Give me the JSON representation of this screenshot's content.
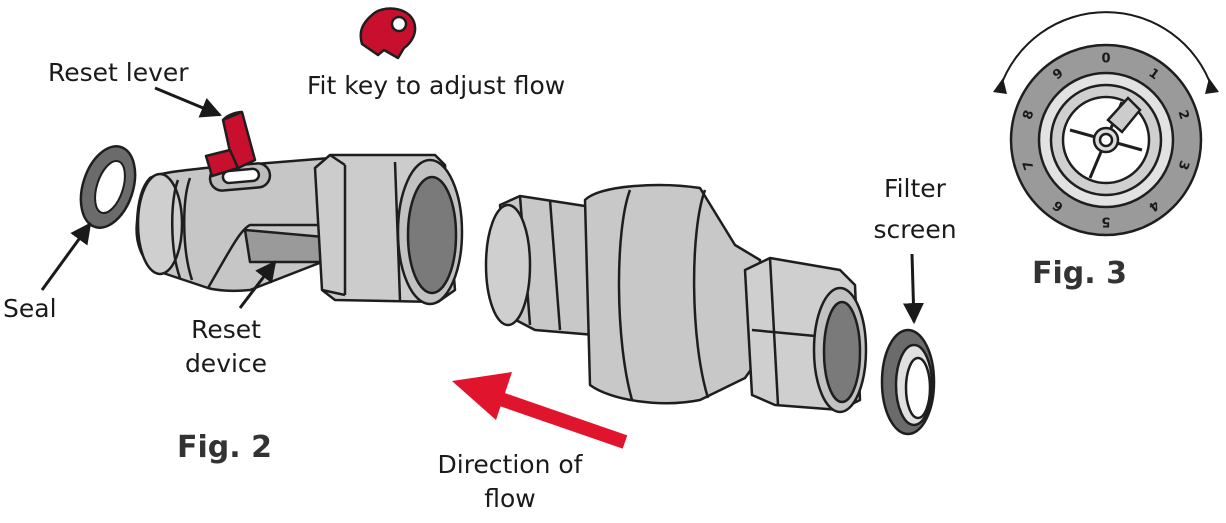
{
  "labels": {
    "reset_lever": "Reset lever",
    "fit_key": "Fit  key to adjust flow",
    "seal": "Seal",
    "reset_device_line1": "Reset",
    "reset_device_line2": "device",
    "filter_screen_line1": "Filter",
    "filter_screen_line2": "screen",
    "direction_line1": "Direction of",
    "direction_line2": "flow"
  },
  "figures": {
    "fig2": "Fig. 2",
    "fig3": "Fig. 3"
  },
  "dial": {
    "numbers": [
      "0",
      "1",
      "2",
      "3",
      "4",
      "5",
      "6",
      "7",
      "8",
      "9"
    ]
  },
  "colors": {
    "red": "#c8102e",
    "arrow_red": "#e0142d",
    "body_gray": "#c6c6c6",
    "dark_gray": "#6e6e6e",
    "outline": "#1e1e1e"
  }
}
